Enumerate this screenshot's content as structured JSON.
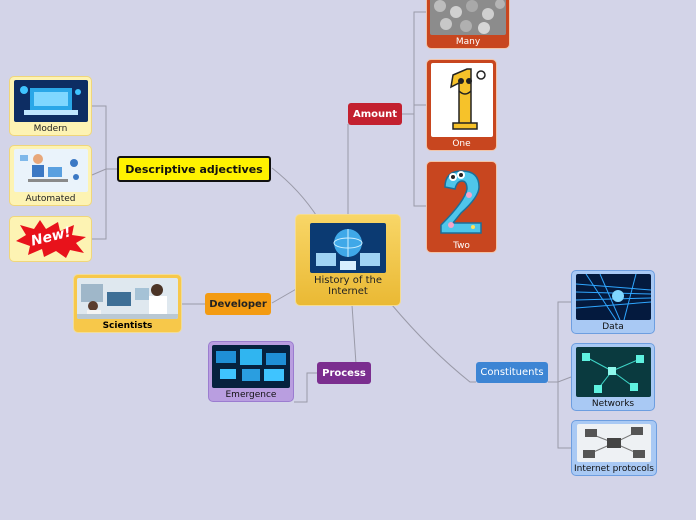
{
  "center": {
    "title": "History of the Internet"
  },
  "branches": {
    "descriptive": "Descriptive adjectives",
    "amount": "Amount",
    "developer": "Developer",
    "process": "Process",
    "constituents": "Constituents"
  },
  "cards": {
    "modern": "Modern",
    "automated": "Automated",
    "new_badge": "New!",
    "scientists": "Scientists",
    "emergence": "Emergence",
    "many": "Many",
    "one": "One",
    "two": "Two",
    "data": "Data",
    "networks": "Networks",
    "protocols": "Internet protocols"
  },
  "colors": {
    "background": "#d3d4e8",
    "amount": "#c3202f",
    "developer": "#f39b12",
    "process": "#7b2e8f",
    "constituents": "#3d85d4",
    "descriptive": "#fff200"
  }
}
